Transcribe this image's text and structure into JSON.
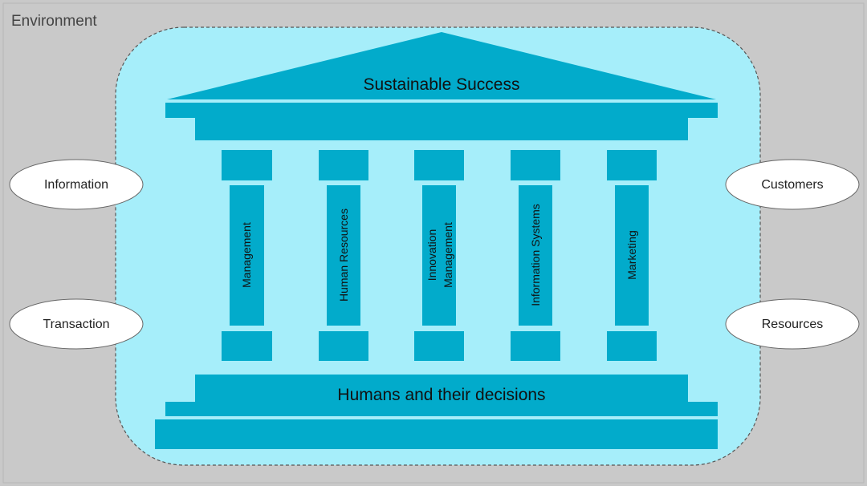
{
  "environment_label": "Environment",
  "temple": {
    "title": "Sustainable Success",
    "foundation": "Humans and their decisions",
    "pillars": [
      {
        "label": "Management"
      },
      {
        "label": "Human Resources"
      },
      {
        "label": "Innovation",
        "label2": "Management"
      },
      {
        "label": "Information Systems"
      },
      {
        "label": "Marketing"
      }
    ]
  },
  "inputs": {
    "left": [
      "Information",
      "Transaction"
    ],
    "right": [
      "Customers",
      "Resources"
    ]
  },
  "colors": {
    "background": "#c9c9c9",
    "environment_fill": "#a6eefa",
    "temple_fill": "#02abcb",
    "ellipse_fill": "#ffffff",
    "border": "#555555"
  }
}
